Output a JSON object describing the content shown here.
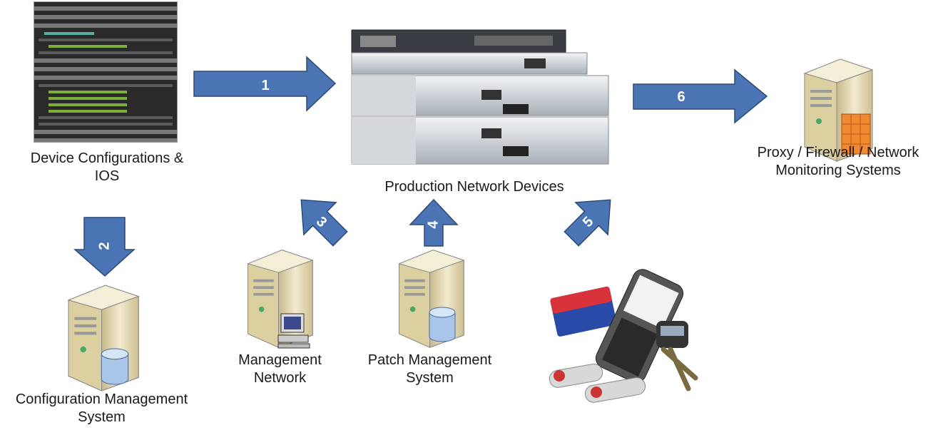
{
  "labels": {
    "device_configs": "Device Configurations & IOS",
    "config_mgmt": "Configuration Management System",
    "production": "Production Network Devices",
    "proxy": "Proxy / Firewall / Network Monitoring Systems",
    "mgmt_network": "Management Network",
    "patch_mgmt": "Patch Management System"
  },
  "arrows": {
    "a1": "1",
    "a2": "2",
    "a3": "3",
    "a4": "4",
    "a5": "5",
    "a6": "6"
  },
  "colors": {
    "arrow_fill": "#4a74b4",
    "arrow_stroke": "#2c4a78",
    "server_body": "#e9dcb0"
  }
}
